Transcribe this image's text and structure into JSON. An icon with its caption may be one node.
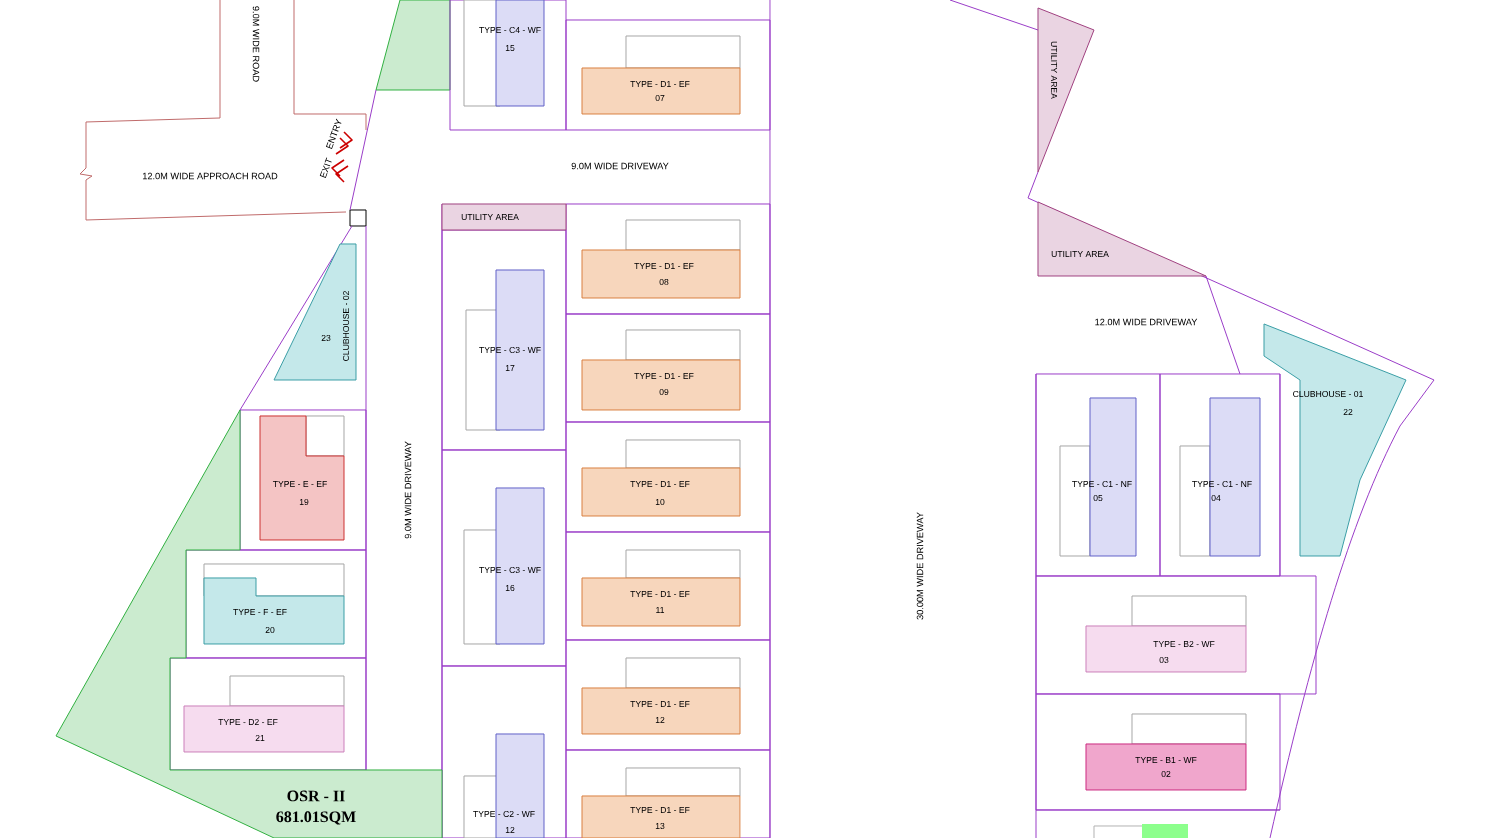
{
  "diagram": {
    "nodes": [
      {
        "text": [
          "TYPE - C4 - WF",
          "15"
        ]
      },
      {
        "text": [
          "TYPE - D1 - EF",
          "07"
        ]
      },
      {
        "text": [
          "UTILITY AREA"
        ]
      },
      {
        "text": [
          "UTILITY AREA"
        ]
      },
      {
        "text": [
          "TYPE - D1 - EF",
          "08"
        ]
      },
      {
        "text": [
          "UTILITY AREA"
        ]
      },
      {
        "text": [
          "CLUBHOUSE - 02",
          "23"
        ]
      },
      {
        "text": [
          "TYPE - C3 - WF",
          "17"
        ]
      },
      {
        "text": [
          "TYPE - D1 - EF",
          "09"
        ]
      },
      {
        "text": [
          "CLUBHOUSE - 01",
          "22"
        ]
      },
      {
        "text": [
          "TYPE - C1 - NF",
          "05"
        ]
      },
      {
        "text": [
          "TYPE - C1 - NF",
          "04"
        ]
      },
      {
        "text": [
          "TYPE - E - EF",
          "19"
        ]
      },
      {
        "text": [
          "TYPE - D1 - EF",
          "10"
        ]
      },
      {
        "text": [
          "TYPE - C3 - WF",
          "16"
        ]
      },
      {
        "text": [
          "TYPE - F - EF",
          "20"
        ]
      },
      {
        "text": [
          "TYPE - D1 - EF",
          "11"
        ]
      },
      {
        "text": [
          "TYPE - B2 - WF",
          "03"
        ]
      },
      {
        "text": [
          "TYPE - D2 - EF",
          "21"
        ]
      },
      {
        "text": [
          "TYPE - D1 - EF",
          "12"
        ]
      },
      {
        "text": [
          "TYPE - B1 - WF",
          "02"
        ]
      },
      {
        "text": [
          "OSR - II",
          "681.01SQM"
        ]
      },
      {
        "text": [
          "TYPE - C2 - WF",
          "12"
        ]
      },
      {
        "text": [
          "TYPE - D1 - EF",
          "13"
        ]
      }
    ],
    "labels": [
      "9.0M WIDE ROAD",
      "ENTRY",
      "EXIT",
      "12.0M WIDE APPROACH ROAD",
      "9.0M WIDE DRIVEWAY",
      "12.0M WIDE DRIVEWAY",
      "9.0M WIDE DRIVEWAY",
      "30.00M WIDE DRIVEWAY"
    ]
  }
}
